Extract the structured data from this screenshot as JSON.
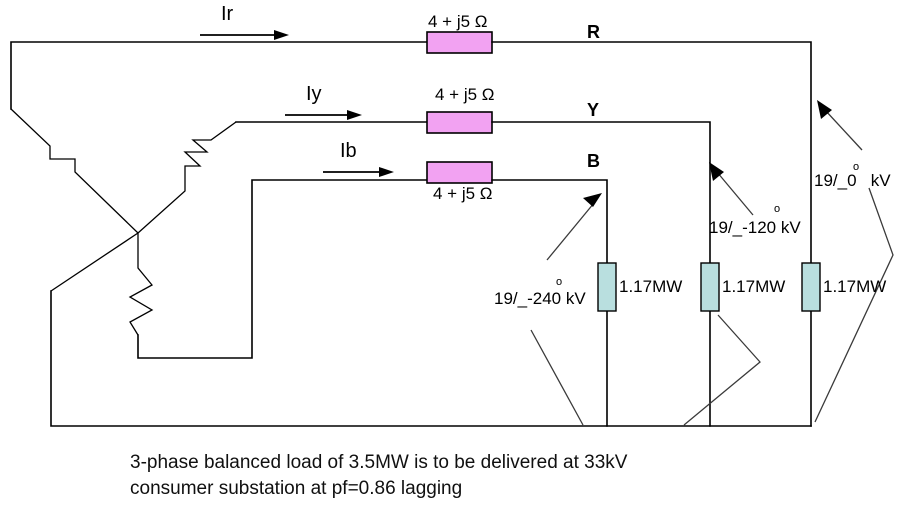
{
  "diagram": {
    "title": "three-phase star connected source feeding balanced load",
    "colors": {
      "impedance_fill": "#f2a2f2",
      "load_fill": "#b9dfdf",
      "wire": "#000000",
      "background": "#ffffff"
    },
    "currents": [
      {
        "label": "Ir"
      },
      {
        "label": "Iy"
      },
      {
        "label": "Ib"
      }
    ],
    "impedances": [
      {
        "label": "4 + j5 Ω"
      },
      {
        "label": "4 + j5 Ω"
      },
      {
        "label": "4 + j5 Ω"
      }
    ],
    "phases": [
      {
        "label": "R"
      },
      {
        "label": "Y"
      },
      {
        "label": "B"
      }
    ],
    "loads": [
      {
        "label": "1.17MW"
      },
      {
        "label": "1.17MW"
      },
      {
        "label": "1.17MW"
      }
    ],
    "voltages": [
      {
        "label": "19/_-240 kV",
        "degree": "o"
      },
      {
        "label": "19/_-120 kV",
        "degree": "o"
      },
      {
        "label": "19/_0   kV",
        "degree": "o"
      }
    ],
    "caption": "3-phase balanced load of 3.5MW is to be delivered at 33kV\nconsumer substation at pf=0.86 lagging"
  }
}
